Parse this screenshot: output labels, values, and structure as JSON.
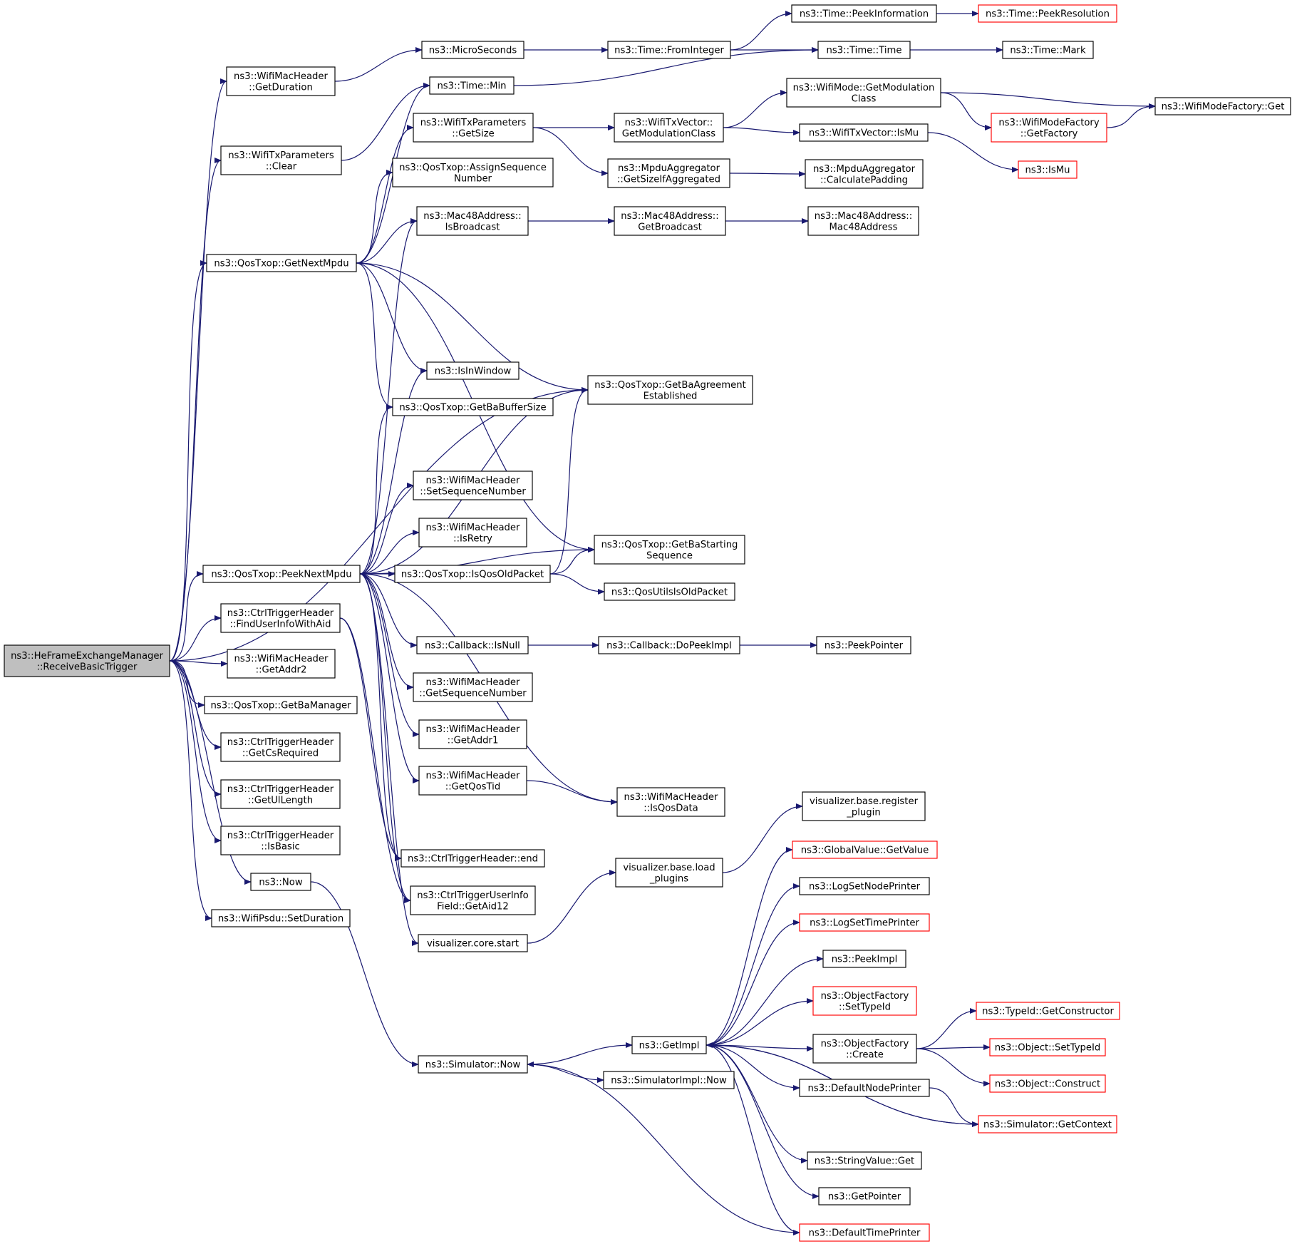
{
  "nodes": [
    {
      "id": "root",
      "lines": [
        "ns3::HeFrameExchangeManager",
        "::ReceiveBasicTrigger"
      ],
      "style": "root"
    },
    {
      "id": "whdur",
      "lines": [
        "ns3::WifiMacHeader",
        "::GetDuration"
      ]
    },
    {
      "id": "txpclr",
      "lines": [
        "ns3::WifiTxParameters",
        "::Clear"
      ]
    },
    {
      "id": "getnext",
      "lines": [
        "ns3::QosTxop::GetNextMpdu"
      ]
    },
    {
      "id": "peeknext",
      "lines": [
        "ns3::QosTxop::PeekNextMpdu"
      ]
    },
    {
      "id": "finduser",
      "lines": [
        "ns3::CtrlTriggerHeader",
        "::FindUserInfoWithAid"
      ]
    },
    {
      "id": "addr2",
      "lines": [
        "ns3::WifiMacHeader",
        "::GetAddr2"
      ]
    },
    {
      "id": "bamgr",
      "lines": [
        "ns3::QosTxop::GetBaManager"
      ]
    },
    {
      "id": "csreq",
      "lines": [
        "ns3::CtrlTriggerHeader",
        "::GetCsRequired"
      ]
    },
    {
      "id": "ullen",
      "lines": [
        "ns3::CtrlTriggerHeader",
        "::GetUlLength"
      ]
    },
    {
      "id": "isbasic",
      "lines": [
        "ns3::CtrlTriggerHeader",
        "::IsBasic"
      ]
    },
    {
      "id": "now",
      "lines": [
        "ns3::Now"
      ]
    },
    {
      "id": "setdur",
      "lines": [
        "ns3::WifiPsdu::SetDuration"
      ]
    },
    {
      "id": "micro",
      "lines": [
        "ns3::MicroSeconds"
      ]
    },
    {
      "id": "timemin",
      "lines": [
        "ns3::Time::Min"
      ]
    },
    {
      "id": "txpsize",
      "lines": [
        "ns3::WifiTxParameters",
        "::GetSize"
      ]
    },
    {
      "id": "assignseq",
      "lines": [
        "ns3::QosTxop::AssignSequence",
        "Number"
      ]
    },
    {
      "id": "isbcast",
      "lines": [
        "ns3::Mac48Address::",
        "IsBroadcast"
      ]
    },
    {
      "id": "isinwin",
      "lines": [
        "ns3::IsInWindow"
      ]
    },
    {
      "id": "babuf",
      "lines": [
        "ns3::QosTxop::GetBaBufferSize"
      ]
    },
    {
      "id": "setseq",
      "lines": [
        "ns3::WifiMacHeader",
        "::SetSequenceNumber"
      ]
    },
    {
      "id": "isretry",
      "lines": [
        "ns3::WifiMacHeader",
        "::IsRetry"
      ]
    },
    {
      "id": "isqosold",
      "lines": [
        "ns3::QosTxop::IsQosOldPacket"
      ]
    },
    {
      "id": "cbnull",
      "lines": [
        "ns3::Callback::IsNull"
      ]
    },
    {
      "id": "getseq",
      "lines": [
        "ns3::WifiMacHeader",
        "::GetSequenceNumber"
      ]
    },
    {
      "id": "addr1",
      "lines": [
        "ns3::WifiMacHeader",
        "::GetAddr1"
      ]
    },
    {
      "id": "qostid",
      "lines": [
        "ns3::WifiMacHeader",
        "::GetQosTid"
      ]
    },
    {
      "id": "ctend",
      "lines": [
        "ns3::CtrlTriggerHeader::end"
      ]
    },
    {
      "id": "aid12",
      "lines": [
        "ns3::CtrlTriggerUserInfo",
        "Field::GetAid12"
      ]
    },
    {
      "id": "vstart",
      "lines": [
        "visualizer.core.start"
      ]
    },
    {
      "id": "simnow",
      "lines": [
        "ns3::Simulator::Now"
      ]
    },
    {
      "id": "fromint",
      "lines": [
        "ns3::Time::FromInteger"
      ]
    },
    {
      "id": "peekinfo",
      "lines": [
        "ns3::Time::PeekInformation"
      ]
    },
    {
      "id": "timetime",
      "lines": [
        "ns3::Time::Time"
      ]
    },
    {
      "id": "txvmod",
      "lines": [
        "ns3::WifiTxVector::",
        "GetModulationClass"
      ]
    },
    {
      "id": "txvmu",
      "lines": [
        "ns3::WifiTxVector::IsMu"
      ]
    },
    {
      "id": "sizeagg",
      "lines": [
        "ns3::MpduAggregator",
        "::GetSizeIfAggregated"
      ]
    },
    {
      "id": "getbcast",
      "lines": [
        "ns3::Mac48Address::",
        "GetBroadcast"
      ]
    },
    {
      "id": "baest",
      "lines": [
        "ns3::QosTxop::GetBaAgreement",
        "Established"
      ]
    },
    {
      "id": "bastart",
      "lines": [
        "ns3::QosTxop::GetBaStarting",
        "Sequence"
      ]
    },
    {
      "id": "qosold",
      "lines": [
        "ns3::QosUtilsIsOldPacket"
      ]
    },
    {
      "id": "dopeek",
      "lines": [
        "ns3::Callback::DoPeekImpl"
      ]
    },
    {
      "id": "isqosdata",
      "lines": [
        "ns3::WifiMacHeader",
        "::IsQosData"
      ]
    },
    {
      "id": "vload",
      "lines": [
        "visualizer.base.load",
        "_plugins"
      ]
    },
    {
      "id": "getimpl",
      "lines": [
        "ns3::GetImpl"
      ]
    },
    {
      "id": "simimplnow",
      "lines": [
        "ns3::SimulatorImpl::Now"
      ]
    },
    {
      "id": "peekres",
      "lines": [
        "ns3::Time::PeekResolution"
      ],
      "style": "trunc"
    },
    {
      "id": "mark",
      "lines": [
        "ns3::Time::Mark"
      ]
    },
    {
      "id": "modeget",
      "lines": [
        "ns3::WifiMode::GetModulation",
        "Class"
      ]
    },
    {
      "id": "factget",
      "lines": [
        "ns3::WifiModeFactory::Get"
      ]
    },
    {
      "id": "getfact",
      "lines": [
        "ns3::WifiModeFactory",
        "::GetFactory"
      ],
      "style": "trunc"
    },
    {
      "id": "ismu",
      "lines": [
        "ns3::IsMu"
      ],
      "style": "trunc"
    },
    {
      "id": "calcpad",
      "lines": [
        "ns3::MpduAggregator",
        "::CalculatePadding"
      ]
    },
    {
      "id": "mac48",
      "lines": [
        "ns3::Mac48Address::",
        "Mac48Address"
      ]
    },
    {
      "id": "peekptr",
      "lines": [
        "ns3::PeekPointer"
      ]
    },
    {
      "id": "vreg",
      "lines": [
        "visualizer.base.register",
        "_plugin"
      ]
    },
    {
      "id": "gvget",
      "lines": [
        "ns3::GlobalValue::GetValue"
      ],
      "style": "trunc"
    },
    {
      "id": "lognode",
      "lines": [
        "ns3::LogSetNodePrinter"
      ]
    },
    {
      "id": "logtime",
      "lines": [
        "ns3::LogSetTimePrinter"
      ],
      "style": "trunc"
    },
    {
      "id": "peekimpl",
      "lines": [
        "ns3::PeekImpl"
      ]
    },
    {
      "id": "ofsettype",
      "lines": [
        "ns3::ObjectFactory",
        "::SetTypeId"
      ],
      "style": "trunc"
    },
    {
      "id": "ofcreate",
      "lines": [
        "ns3::ObjectFactory",
        "::Create"
      ]
    },
    {
      "id": "defnode",
      "lines": [
        "ns3::DefaultNodePrinter"
      ]
    },
    {
      "id": "getctx",
      "lines": [
        "ns3::Simulator::GetContext"
      ],
      "style": "trunc"
    },
    {
      "id": "strget",
      "lines": [
        "ns3::StringValue::Get"
      ]
    },
    {
      "id": "getptr",
      "lines": [
        "ns3::GetPointer"
      ]
    },
    {
      "id": "deftime",
      "lines": [
        "ns3::DefaultTimePrinter"
      ],
      "style": "trunc"
    },
    {
      "id": "getctor",
      "lines": [
        "ns3::TypeId::GetConstructor"
      ],
      "style": "trunc"
    },
    {
      "id": "objsettype",
      "lines": [
        "ns3::Object::SetTypeId"
      ],
      "style": "trunc"
    },
    {
      "id": "objcons",
      "lines": [
        "ns3::Object::Construct"
      ],
      "style": "trunc"
    }
  ],
  "edges": [
    [
      "root",
      "whdur"
    ],
    [
      "root",
      "txpclr"
    ],
    [
      "root",
      "getnext"
    ],
    [
      "root",
      "baest"
    ],
    [
      "root",
      "peeknext"
    ],
    [
      "root",
      "finduser"
    ],
    [
      "root",
      "addr2"
    ],
    [
      "root",
      "bamgr"
    ],
    [
      "root",
      "csreq"
    ],
    [
      "root",
      "ullen"
    ],
    [
      "root",
      "isbasic"
    ],
    [
      "root",
      "now"
    ],
    [
      "root",
      "setdur"
    ],
    [
      "whdur",
      "micro"
    ],
    [
      "micro",
      "fromint"
    ],
    [
      "fromint",
      "peekinfo"
    ],
    [
      "fromint",
      "timetime"
    ],
    [
      "peekinfo",
      "peekres"
    ],
    [
      "timetime",
      "mark"
    ],
    [
      "txpclr",
      "timemin"
    ],
    [
      "timemin",
      "timetime"
    ],
    [
      "getnext",
      "timemin"
    ],
    [
      "getnext",
      "txpsize"
    ],
    [
      "getnext",
      "assignseq"
    ],
    [
      "getnext",
      "isbcast"
    ],
    [
      "getnext",
      "baest"
    ],
    [
      "getnext",
      "isinwin"
    ],
    [
      "getnext",
      "babuf"
    ],
    [
      "getnext",
      "bastart"
    ],
    [
      "txpsize",
      "txvmod"
    ],
    [
      "txpsize",
      "sizeagg"
    ],
    [
      "txvmod",
      "modeget"
    ],
    [
      "txvmod",
      "txvmu"
    ],
    [
      "modeget",
      "factget"
    ],
    [
      "modeget",
      "getfact"
    ],
    [
      "getfact",
      "factget"
    ],
    [
      "txvmu",
      "ismu"
    ],
    [
      "sizeagg",
      "calcpad"
    ],
    [
      "isbcast",
      "getbcast"
    ],
    [
      "getbcast",
      "mac48"
    ],
    [
      "peeknext",
      "isbcast"
    ],
    [
      "peeknext",
      "isinwin"
    ],
    [
      "peeknext",
      "babuf"
    ],
    [
      "peeknext",
      "baest"
    ],
    [
      "peeknext",
      "setseq"
    ],
    [
      "peeknext",
      "isretry"
    ],
    [
      "peeknext",
      "isqosold"
    ],
    [
      "peeknext",
      "bastart"
    ],
    [
      "peeknext",
      "cbnull"
    ],
    [
      "peeknext",
      "getseq"
    ],
    [
      "peeknext",
      "addr1"
    ],
    [
      "peeknext",
      "qostid"
    ],
    [
      "peeknext",
      "ctend"
    ],
    [
      "peeknext",
      "aid12"
    ],
    [
      "peeknext",
      "vstart"
    ],
    [
      "isqosold",
      "baest"
    ],
    [
      "isqosold",
      "bastart"
    ],
    [
      "isqosold",
      "qosold"
    ],
    [
      "cbnull",
      "dopeek"
    ],
    [
      "dopeek",
      "peekptr"
    ],
    [
      "qostid",
      "isqosdata"
    ],
    [
      "peeknext",
      "isqosdata"
    ],
    [
      "finduser",
      "ctend"
    ],
    [
      "finduser",
      "aid12"
    ],
    [
      "vstart",
      "vload"
    ],
    [
      "vload",
      "vreg"
    ],
    [
      "now",
      "simnow"
    ],
    [
      "simnow",
      "getimpl"
    ],
    [
      "simnow",
      "simimplnow"
    ],
    [
      "getimpl",
      "gvget"
    ],
    [
      "getimpl",
      "lognode"
    ],
    [
      "getimpl",
      "logtime"
    ],
    [
      "getimpl",
      "peekimpl"
    ],
    [
      "getimpl",
      "ofsettype"
    ],
    [
      "getimpl",
      "ofcreate"
    ],
    [
      "getimpl",
      "defnode"
    ],
    [
      "getimpl",
      "strget"
    ],
    [
      "getimpl",
      "getptr"
    ],
    [
      "getimpl",
      "deftime"
    ],
    [
      "getimpl",
      "getctx"
    ],
    [
      "ofcreate",
      "getctor"
    ],
    [
      "ofcreate",
      "objsettype"
    ],
    [
      "ofcreate",
      "objcons"
    ],
    [
      "defnode",
      "getctx"
    ],
    [
      "getctx",
      "getimpl"
    ],
    [
      "deftime",
      "simnow"
    ]
  ],
  "colors": {
    "edge": "#191970",
    "truncated_border": "#ff0000",
    "root_fill": "#bfbfbf"
  }
}
